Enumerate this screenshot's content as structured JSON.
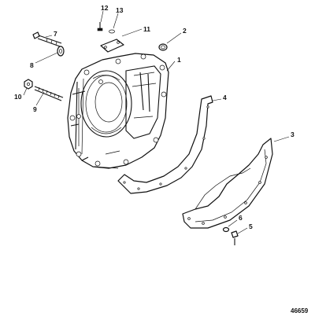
{
  "callouts": {
    "c1": "1",
    "c2": "2",
    "c3": "3",
    "c4": "4",
    "c5": "5",
    "c6": "6",
    "c7": "7",
    "c8": "8",
    "c9": "9",
    "c10": "10",
    "c11": "11",
    "c12": "12",
    "c13": "13"
  },
  "figure_number": "46659"
}
